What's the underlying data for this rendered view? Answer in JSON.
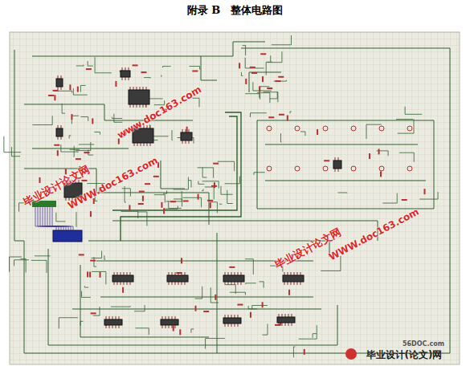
{
  "diagram": {
    "title": "附录 B　整体电路图",
    "labels": [
      "www.doc163.com",
      "毕业设计论文网",
      "WWW.doc163.com",
      "毕业设计论文网",
      "WWW.doc163.com",
      "56DOC.com",
      "毕业设计(论文)网"
    ]
  }
}
